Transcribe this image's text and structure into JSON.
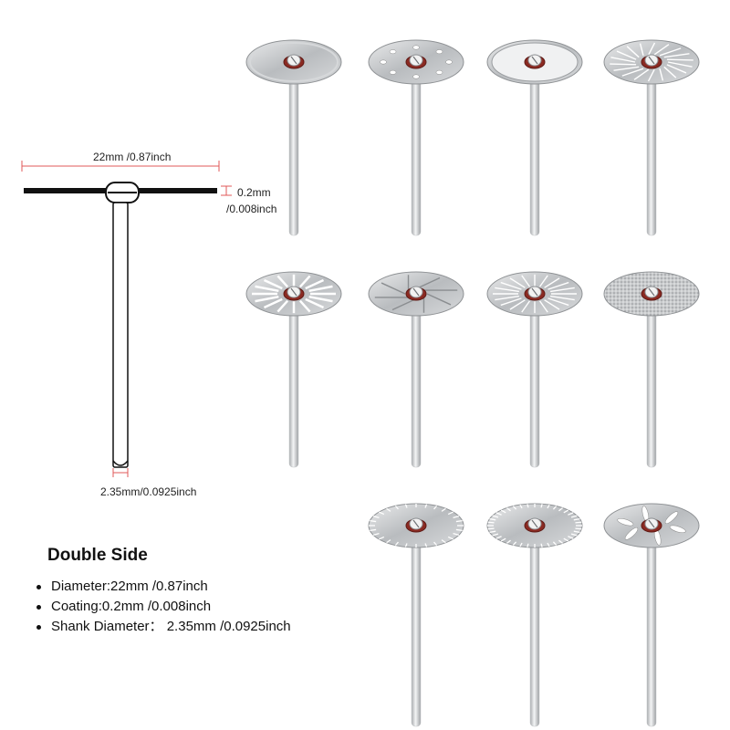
{
  "diagram": {
    "diameter_label": "22mm /0.87inch",
    "coating_label_top": "0.2mm",
    "coating_label_bottom": "/0.008inch",
    "shank_label": "2.35mm/0.0925inch",
    "accent_color": "#e05a5a"
  },
  "specs": {
    "title": "Double Side",
    "items": [
      {
        "text": "Diameter:22mm /0.87inch"
      },
      {
        "text": "Coating:0.2mm /0.008inch"
      },
      {
        "text": "Shank Diameter： 2.35mm /0.0925inch"
      }
    ]
  },
  "discs": [
    {
      "pattern": "solid-rim"
    },
    {
      "pattern": "holes"
    },
    {
      "pattern": "plain"
    },
    {
      "pattern": "turbo"
    },
    {
      "pattern": "radial-slots"
    },
    {
      "pattern": "swirl"
    },
    {
      "pattern": "radial-slots-dense"
    },
    {
      "pattern": "textured"
    },
    {
      "pattern": "toothed"
    },
    {
      "pattern": "serrated"
    },
    {
      "pattern": "oval-holes"
    }
  ]
}
